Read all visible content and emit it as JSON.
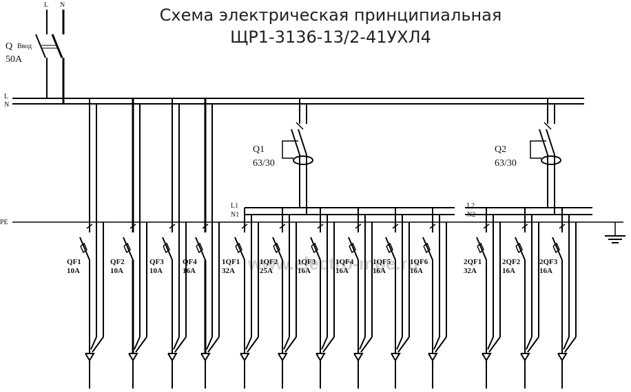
{
  "title": {
    "line1": "Схема электрическая принципиальная",
    "line2": "ЩР1-3136-13/2-41УХЛ4"
  },
  "input": {
    "l_label": "L",
    "n_label": "N",
    "breaker_name": "Q",
    "breaker_sub": "Ввод",
    "rating": "50A"
  },
  "buses": {
    "l": "L",
    "n": "N",
    "pe": "PE",
    "l1": "L1",
    "n1": "N1",
    "l2": "L2",
    "n2": "N2"
  },
  "rcds": [
    {
      "name": "Q1",
      "rating": "63/30"
    },
    {
      "name": "Q2",
      "rating": "63/30"
    }
  ],
  "feeders": [
    {
      "name": "QF1",
      "rating": "10A",
      "group": "main"
    },
    {
      "name": "QF2",
      "rating": "10A",
      "group": "main"
    },
    {
      "name": "QF3",
      "rating": "10A",
      "group": "main"
    },
    {
      "name": "QF4",
      "rating": "16A",
      "group": "main"
    },
    {
      "name": "1QF1",
      "rating": "32A",
      "group": "1"
    },
    {
      "name": "1QF2",
      "rating": "25A",
      "group": "1"
    },
    {
      "name": "1QF3",
      "rating": "16A",
      "group": "1"
    },
    {
      "name": "1QF4",
      "rating": "16A",
      "group": "1"
    },
    {
      "name": "1QF5",
      "rating": "16A",
      "group": "1"
    },
    {
      "name": "1QF6",
      "rating": "16A",
      "group": "1"
    },
    {
      "name": "2QF1",
      "rating": "32A",
      "group": "2"
    },
    {
      "name": "2QF2",
      "rating": "16A",
      "group": "2"
    },
    {
      "name": "2QF3",
      "rating": "16A",
      "group": "2"
    }
  ],
  "watermark": "www.electro-mpe.ru"
}
